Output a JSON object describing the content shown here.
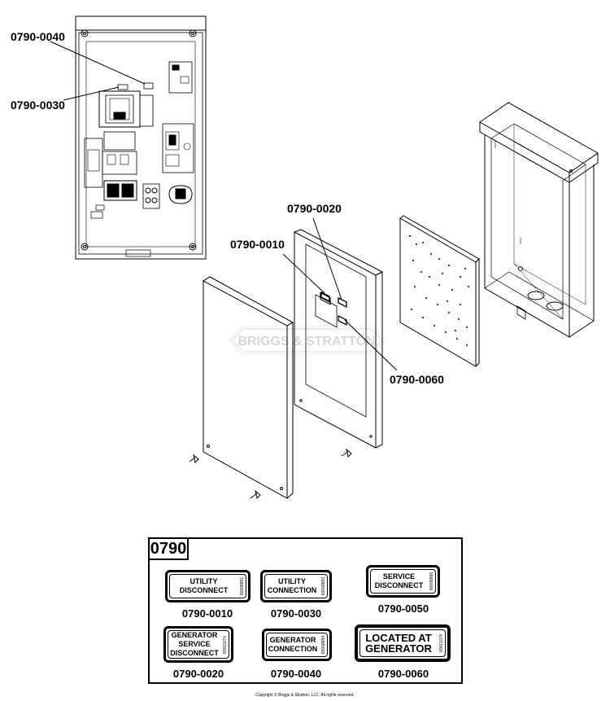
{
  "callouts": {
    "c_0040": "0790-0040",
    "c_0030": "0790-0030",
    "c_0020": "0790-0020",
    "c_0010": "0790-0010",
    "c_0060": "0790-0060"
  },
  "watermark": "BRIGGS & STRATTON",
  "legend": {
    "title": "0790",
    "decals": [
      {
        "text": "UTILITY\nDISCONNECT",
        "serial": "80008891",
        "caption": "0790-0010"
      },
      {
        "text": "UTILITY\nCONNECTION",
        "serial": "80008893",
        "caption": "0790-0030"
      },
      {
        "text": "SERVICE\nDISCONNECT",
        "serial": "80008886",
        "caption": "0790-0050"
      },
      {
        "text": "GENERATOR\nSERVICE\nDISCONNECT",
        "serial": "80011074",
        "caption": "0790-0020"
      },
      {
        "text": "GENERATOR\nCONNECTION",
        "serial": "80008894",
        "caption": "0790-0040"
      },
      {
        "text": "LOCATED AT\nGENERATOR",
        "serial": "80011074",
        "caption": "0790-0060"
      }
    ]
  },
  "copyright": "Copyright © Briggs & Stratton, LLC. All rights reserved."
}
